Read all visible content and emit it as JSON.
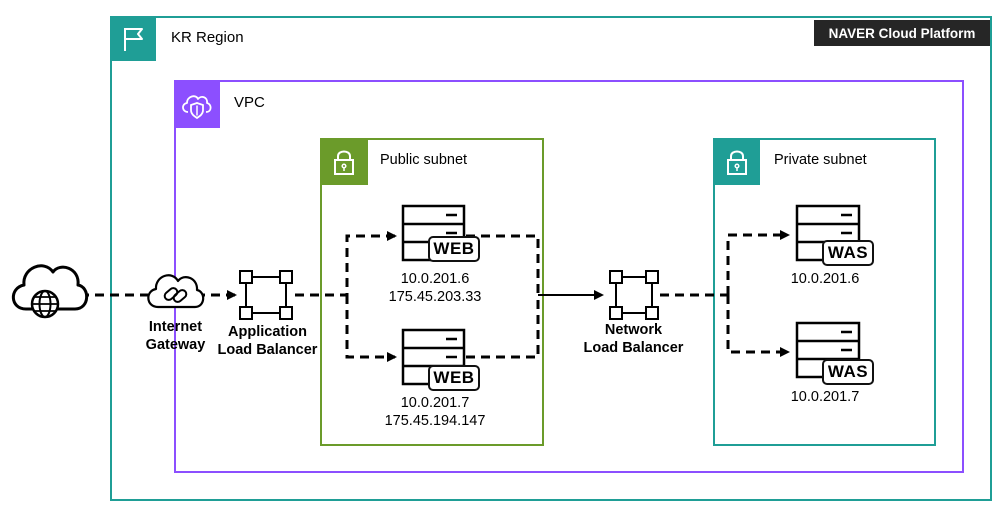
{
  "brand": "NAVER Cloud Platform",
  "region": {
    "label": "KR Region",
    "icon": "flag-icon"
  },
  "vpc": {
    "label": "VPC",
    "icon": "cloud-shield-icon"
  },
  "public_subnet": {
    "label": "Public subnet",
    "icon": "lock-icon",
    "servers": [
      {
        "tag": "WEB",
        "ip_private": "10.0.201.6",
        "ip_public": "175.45.203.33"
      },
      {
        "tag": "WEB",
        "ip_private": "10.0.201.7",
        "ip_public": "175.45.194.147"
      }
    ]
  },
  "private_subnet": {
    "label": "Private subnet",
    "icon": "lock-icon",
    "servers": [
      {
        "tag": "WAS",
        "ip_private": "10.0.201.6"
      },
      {
        "tag": "WAS",
        "ip_private": "10.0.201.7"
      }
    ]
  },
  "internet": {
    "icon": "internet-cloud-icon"
  },
  "internet_gateway": {
    "line1": "Internet",
    "line2": "Gateway",
    "icon": "link-cloud-icon"
  },
  "application_lb": {
    "line1": "Application",
    "line2": "Load Balancer",
    "icon": "load-balancer-icon"
  },
  "network_lb": {
    "line1": "Network",
    "line2": "Load Balancer",
    "icon": "load-balancer-icon"
  },
  "colors": {
    "region": "#1f9e96",
    "vpc": "#8c4fff",
    "public": "#6b9b2a",
    "private": "#1f9e96",
    "brand_bg": "#262626"
  }
}
